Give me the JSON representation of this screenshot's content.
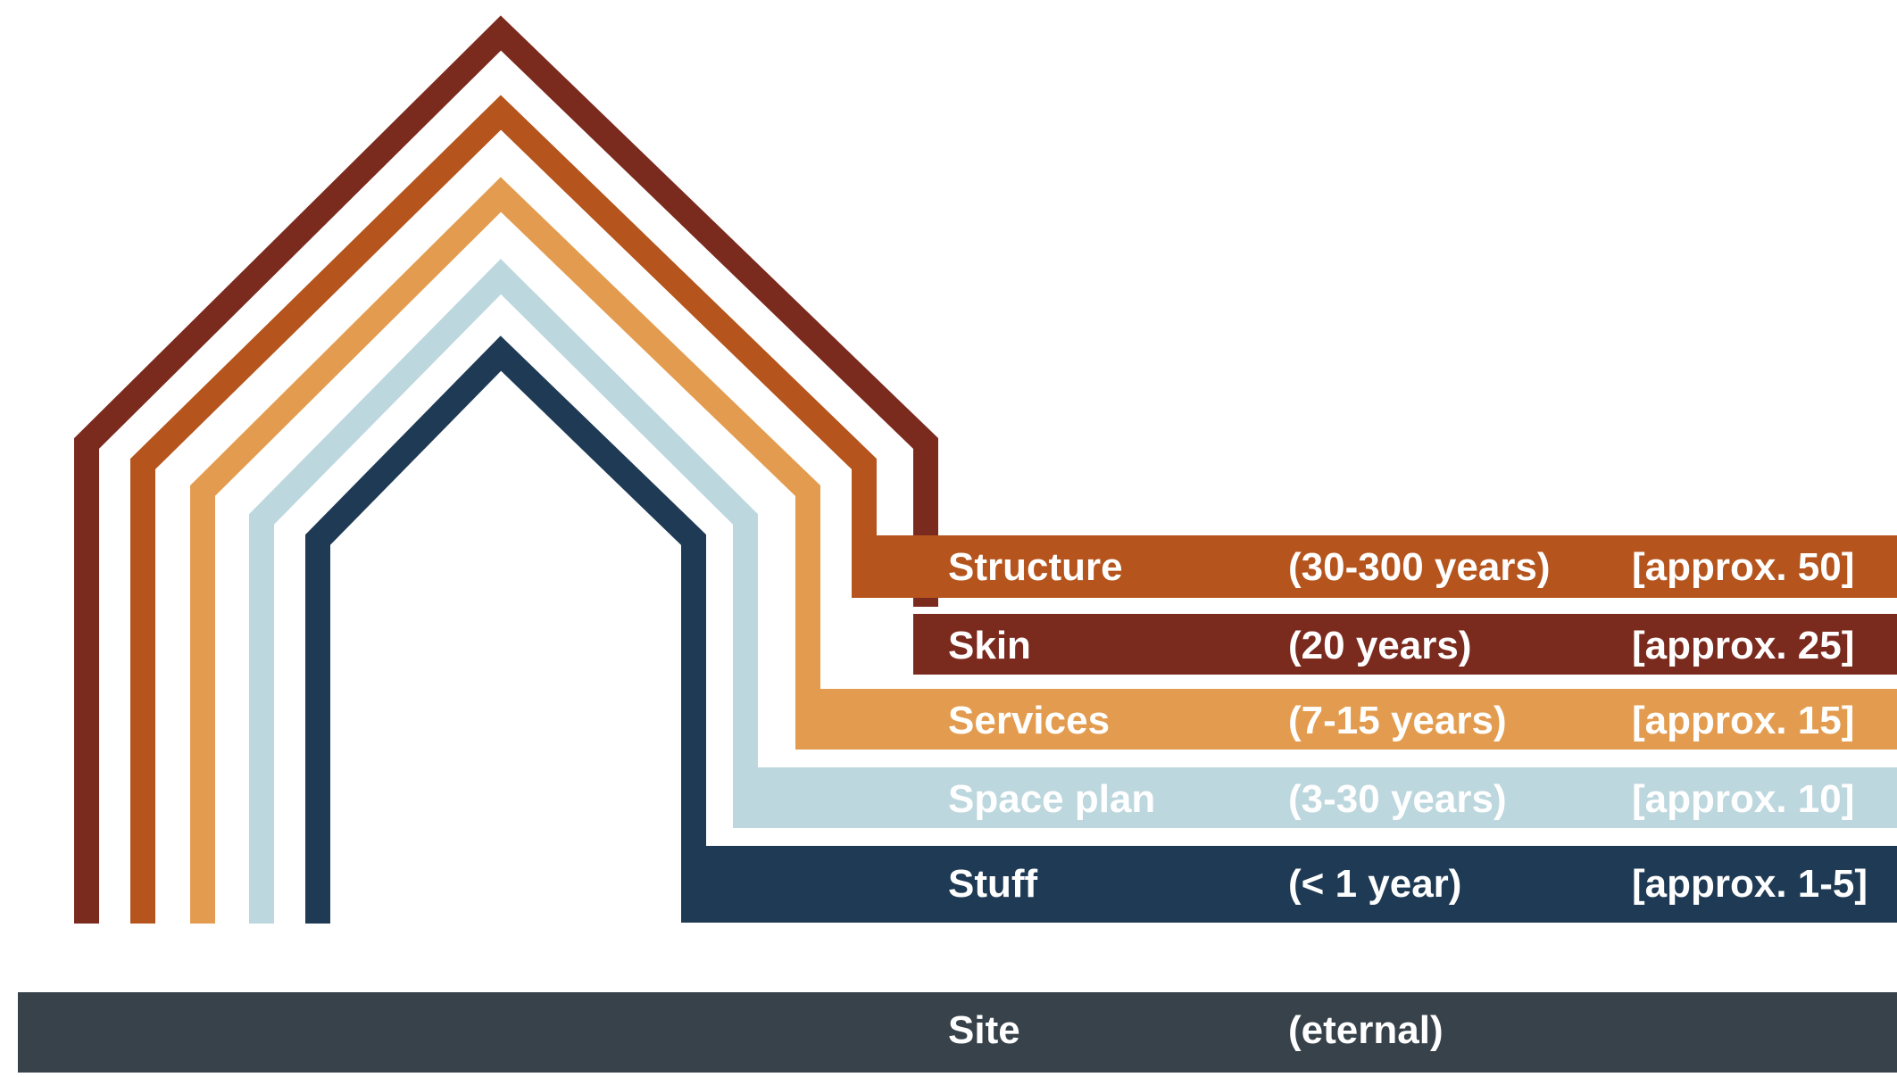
{
  "colors": {
    "structure": "#B5541C",
    "skin": "#7B2A1E",
    "services": "#E39C4F",
    "space_plan": "#BDD7DE",
    "stuff": "#1F3A54",
    "site": "#37424A",
    "label_text": "#FFFFFF"
  },
  "layers": [
    {
      "key": "structure",
      "name": "Structure",
      "lifespan": "(30-300 years)",
      "approx": "[approx. 50]"
    },
    {
      "key": "skin",
      "name": "Skin",
      "lifespan": "(20 years)",
      "approx": "[approx. 25]"
    },
    {
      "key": "services",
      "name": "Services",
      "lifespan": "(7-15 years)",
      "approx": "[approx. 15]"
    },
    {
      "key": "space_plan",
      "name": "Space plan",
      "lifespan": "(3-30 years)",
      "approx": "[approx. 10]"
    },
    {
      "key": "stuff",
      "name": "Stuff",
      "lifespan": "(< 1 year)",
      "approx": "[approx. 1-5]"
    }
  ],
  "site": {
    "name": "Site",
    "lifespan": "(eternal)"
  }
}
